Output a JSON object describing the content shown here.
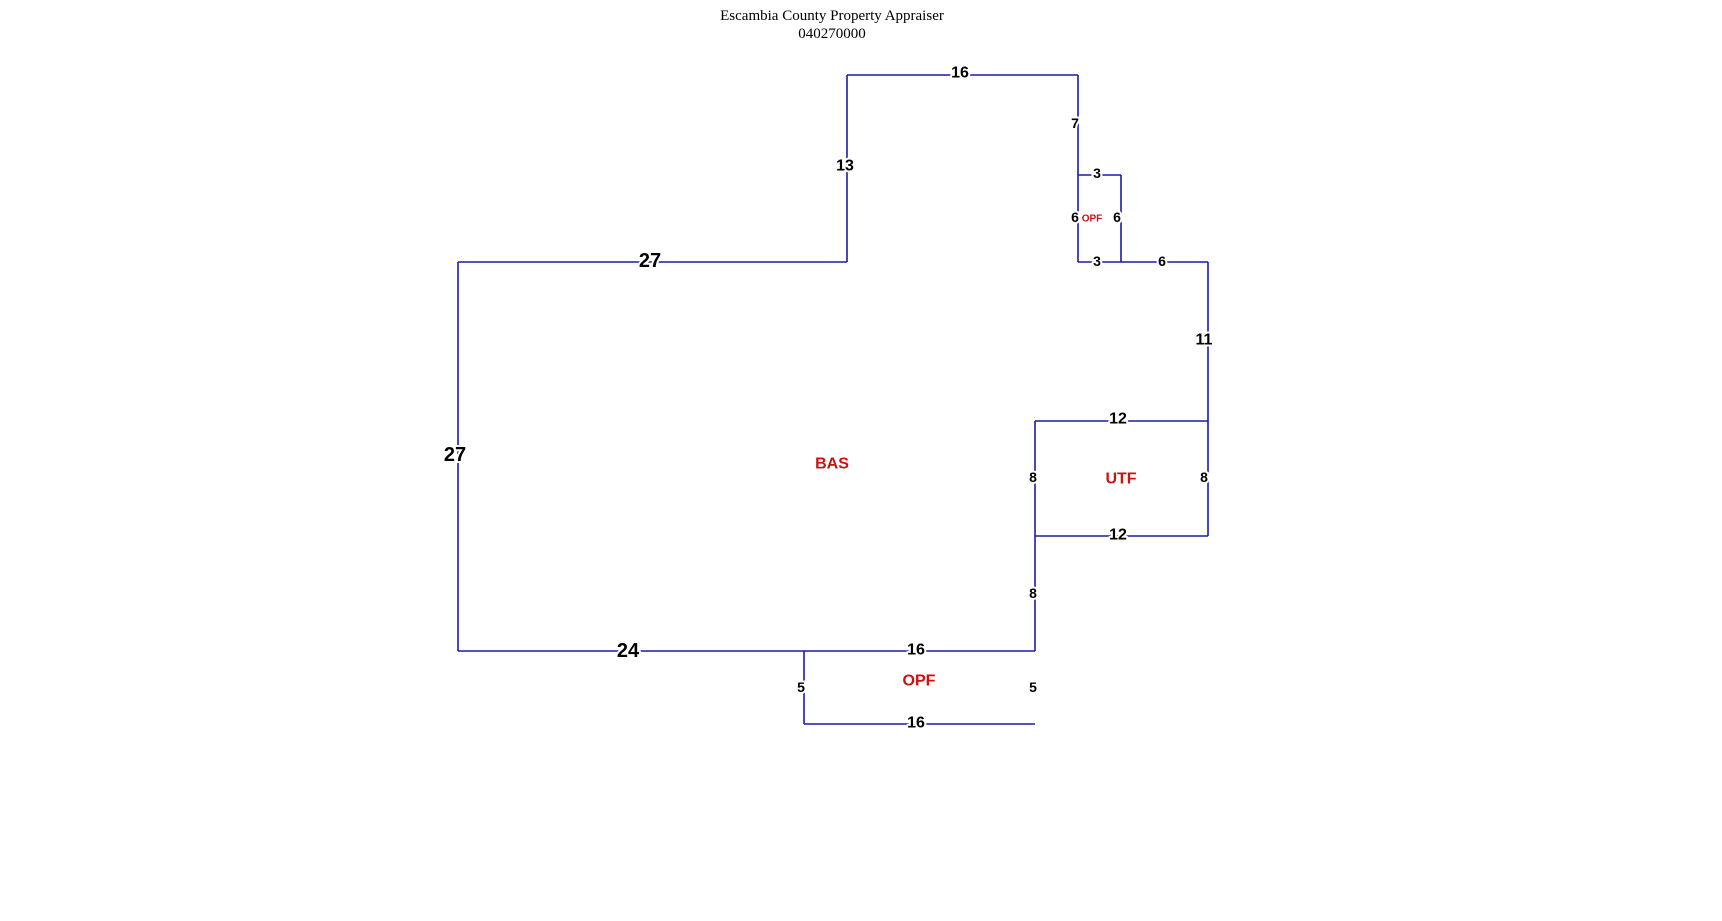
{
  "header": {
    "title": "Escambia County Property Appraiser",
    "parcel_id": "040270000"
  },
  "colors": {
    "line": "#1a1aa6",
    "area_label": "#cc1111",
    "dimension_label": "#000000"
  },
  "sketch": {
    "dimensions": [
      "16",
      "7",
      "13",
      "27",
      "3",
      "6",
      "6",
      "3",
      "6",
      "11",
      "12",
      "27",
      "8",
      "8",
      "12",
      "8",
      "24",
      "16",
      "5",
      "5",
      "16"
    ],
    "areas": [
      "BAS",
      "UTF",
      "OPF",
      "OPF"
    ]
  }
}
